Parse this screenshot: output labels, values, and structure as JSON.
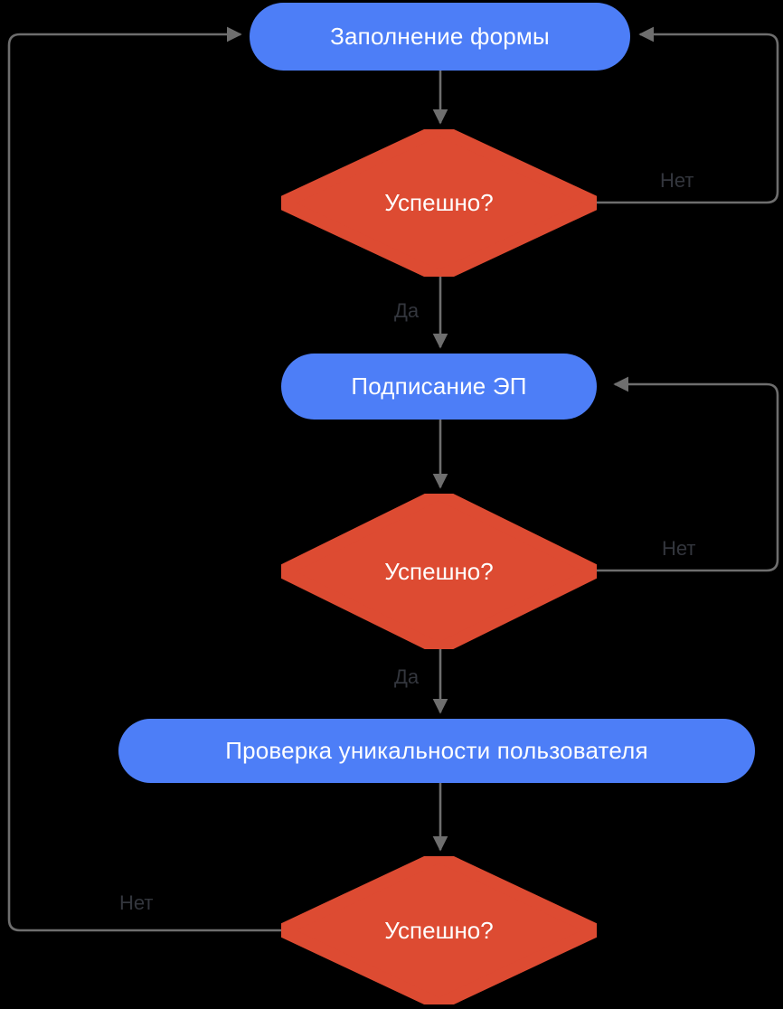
{
  "diagram": {
    "type": "flowchart",
    "title": "",
    "background_color": "#000000",
    "process_color": "#4d7ef7",
    "decision_color": "#dd4b32",
    "edge_color": "#6e6e6e",
    "node_text_color": "#ffffff",
    "edge_label_color": "#33363d",
    "nodes": [
      {
        "id": "form",
        "shape": "process",
        "label": "Заполнение формы"
      },
      {
        "id": "check1",
        "shape": "decision",
        "label": "Успешно?"
      },
      {
        "id": "sign",
        "shape": "process",
        "label": "Подписание ЭП"
      },
      {
        "id": "check2",
        "shape": "decision",
        "label": "Успешно?"
      },
      {
        "id": "unique",
        "shape": "process",
        "label": "Проверка уникальности пользователя"
      },
      {
        "id": "check3",
        "shape": "decision",
        "label": "Успешно?"
      }
    ],
    "edges": [
      {
        "from": "form",
        "to": "check1",
        "label": ""
      },
      {
        "from": "check1",
        "to": "sign",
        "label": "Да"
      },
      {
        "from": "check1",
        "to": "form",
        "label": "Нет"
      },
      {
        "from": "sign",
        "to": "check2",
        "label": ""
      },
      {
        "from": "check2",
        "to": "unique",
        "label": "Да"
      },
      {
        "from": "check2",
        "to": "sign",
        "label": "Нет"
      },
      {
        "from": "unique",
        "to": "check3",
        "label": ""
      },
      {
        "from": "check3",
        "to": "form",
        "label": "Нет"
      }
    ],
    "edge_labels": {
      "no_1": "Нет",
      "yes_1": "Да",
      "no_2": "Нет",
      "yes_2": "Да",
      "no_3": "Нет"
    }
  }
}
